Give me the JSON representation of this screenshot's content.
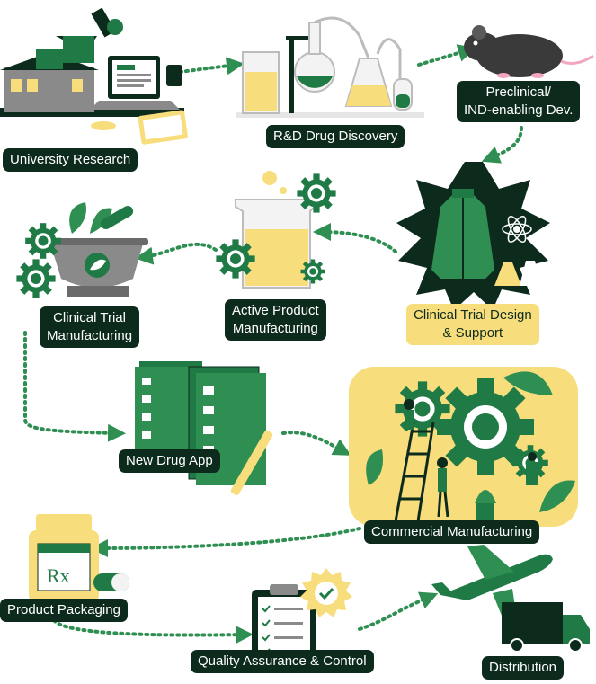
{
  "colors": {
    "dark_green": "#0d2b1c",
    "green": "#1f7a45",
    "mid_green": "#2f8f52",
    "yellow": "#f8dd7c",
    "gray": "#8c8c8c",
    "white": "#ffffff"
  },
  "steps": [
    {
      "id": "university",
      "label": "University Research",
      "icon": "university-laptop-icon"
    },
    {
      "id": "rd",
      "label": "R&D Drug Discovery",
      "icon": "lab-glassware-icon"
    },
    {
      "id": "preclinical",
      "line1": "Preclinical/",
      "line2": "IND-enabling Dev.",
      "icon": "lab-mouse-icon"
    },
    {
      "id": "clinical_design",
      "line1": "Clinical Trial Design",
      "line2": "& Support",
      "icon": "lab-coat-icon"
    },
    {
      "id": "active_product",
      "line1": "Active Product",
      "line2": "Manufacturing",
      "icon": "beaker-gears-icon"
    },
    {
      "id": "clinical_mfg",
      "line1": "Clinical Trial",
      "line2": "Manufacturing",
      "icon": "mortar-pestle-icon"
    },
    {
      "id": "nda",
      "label": "New Drug App",
      "icon": "documents-pen-icon"
    },
    {
      "id": "commercial",
      "label": "Commercial Manufacturing",
      "icon": "factory-gears-icon"
    },
    {
      "id": "packaging",
      "label": "Product Packaging",
      "icon": "medicine-bottle-icon"
    },
    {
      "id": "qa",
      "label": "Quality Assurance & Control",
      "icon": "checklist-seal-icon"
    },
    {
      "id": "distribution",
      "label": "Distribution",
      "icon": "plane-truck-icon"
    }
  ],
  "rx_symbol": "Rx"
}
